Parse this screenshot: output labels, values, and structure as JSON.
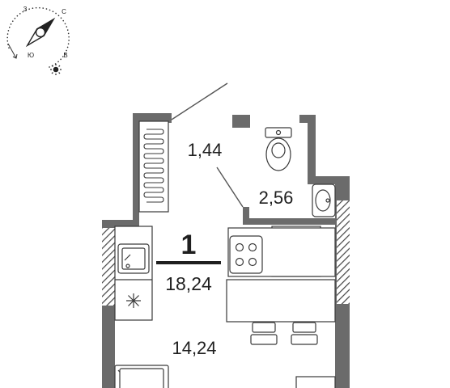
{
  "compass": {
    "north": "С",
    "south": "Ю",
    "west": "З",
    "east": "В",
    "sun_icon": "sun-icon"
  },
  "apartment": {
    "rooms_count": "1",
    "total_area": "18,24"
  },
  "areas": {
    "hallway": "1,44",
    "bathroom": "2,56",
    "living": "14,24"
  },
  "colors": {
    "wall": "#6b6b6b",
    "fixture_stroke": "#3a3a3a",
    "text": "#1f1f1f",
    "divider": "#1f1f1f"
  }
}
